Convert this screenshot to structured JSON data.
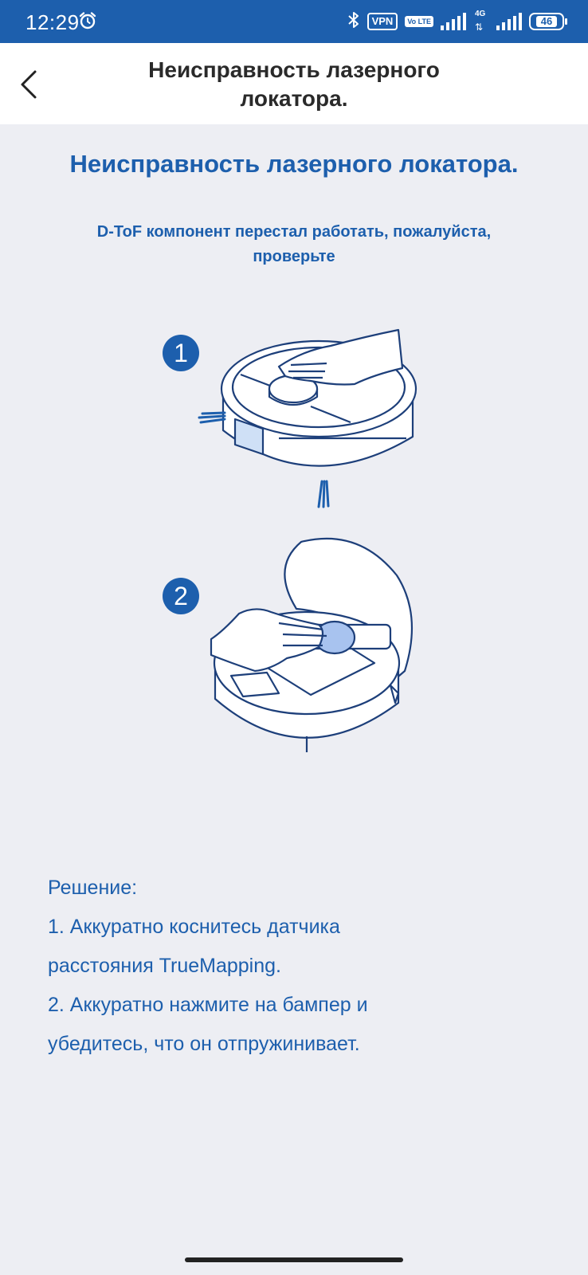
{
  "status_bar": {
    "time": "12:29",
    "vpn_label": "VPN",
    "volte_label": "Vo LTE",
    "network_type": "4G",
    "battery_level": "46"
  },
  "header": {
    "title": "Неисправность лазерного локатора."
  },
  "content": {
    "title": "Неисправность лазерного локатора.",
    "subtitle": "D-ToF компонент перестал работать, пожалуйста, проверьте",
    "steps": [
      {
        "number": "1"
      },
      {
        "number": "2"
      }
    ],
    "solution": {
      "heading": "Решение:",
      "line1": "1. Аккуратно коснитесь датчика\nрасстояния TrueMapping.",
      "line2": "2. Аккуратно нажмите на бампер и\nубедитесь, что он отпружинивает."
    }
  },
  "colors": {
    "brand_blue": "#1d5fad",
    "highlight_blue": "#a8c3ef",
    "background": "#edeef3"
  },
  "icons": {
    "back": "chevron-left-icon",
    "alarm": "alarm-clock-icon",
    "bluetooth": "bluetooth-icon",
    "signal": "signal-strength-icon",
    "battery": "battery-icon"
  }
}
